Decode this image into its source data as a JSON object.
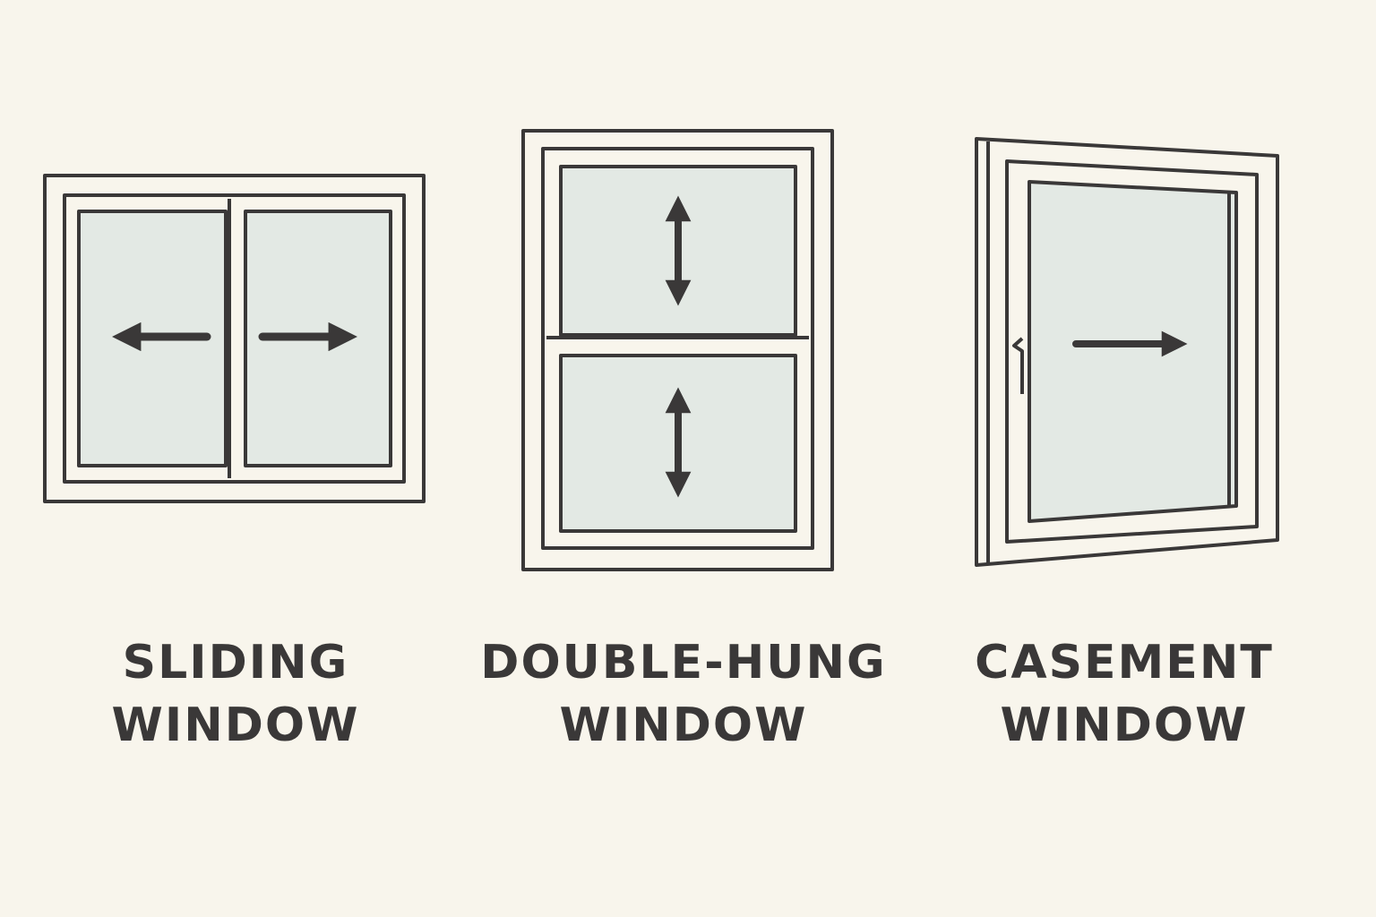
{
  "colors": {
    "background": "#f8f5ec",
    "frame": "#f8f5ec",
    "stroke": "#3a3838",
    "glass": "#e3e9e4"
  },
  "windows": [
    {
      "type": "sliding",
      "label_line1": "SLIDING",
      "label_line2": "WINDOW",
      "arrows": [
        "left-arrow",
        "right-arrow"
      ]
    },
    {
      "type": "double-hung",
      "label_line1": "DOUBLE-HUNG",
      "label_line2": "WINDOW",
      "arrows": [
        "up-down-arrow",
        "up-down-arrow"
      ]
    },
    {
      "type": "casement",
      "label_line1": "CASEMENT",
      "label_line2": "WINDOW",
      "arrows": [
        "right-arrow"
      ]
    }
  ]
}
